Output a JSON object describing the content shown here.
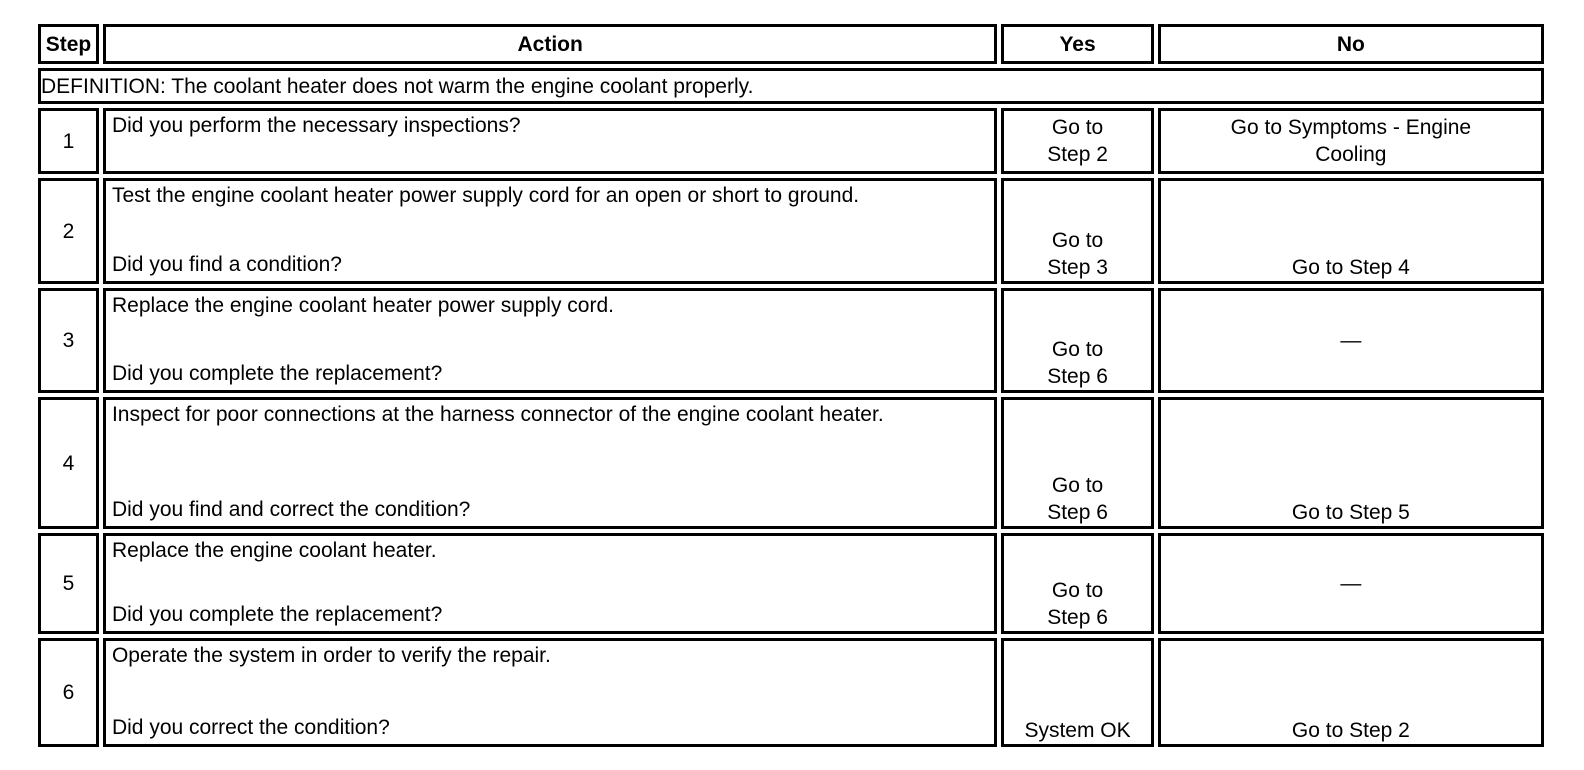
{
  "table": {
    "headers": {
      "step": "Step",
      "action": "Action",
      "yes": "Yes",
      "no": "No"
    },
    "definition": "DEFINITION: The coolant heater does not warm the engine coolant properly.",
    "rows": [
      {
        "step": "1",
        "instruction": "Did you perform the necessary inspections?",
        "question": "",
        "yes": "Go to Step 2",
        "no": "Go to Symptoms - Engine Cooling"
      },
      {
        "step": "2",
        "instruction": "Test the engine coolant heater power supply cord for an open or short to ground.",
        "question": "Did you find a condition?",
        "yes": "Go to Step 3",
        "no": "Go to Step 4"
      },
      {
        "step": "3",
        "instruction": "Replace the engine coolant heater power supply cord.",
        "question": "Did you complete the replacement?",
        "yes": "Go to Step 6",
        "no": "—"
      },
      {
        "step": "4",
        "instruction": "Inspect for poor connections at the harness connector of the engine coolant heater.",
        "question": "Did you find and correct the condition?",
        "yes": "Go to Step 6",
        "no": "Go to Step 5"
      },
      {
        "step": "5",
        "instruction": "Replace the engine coolant heater.",
        "question": "Did you complete the replacement?",
        "yes": "Go to Step 6",
        "no": "—"
      },
      {
        "step": "6",
        "instruction": "Operate the system in order to verify the repair.",
        "question": "Did you correct the condition?",
        "yes": "System OK",
        "no": "Go to Step 2"
      }
    ]
  }
}
